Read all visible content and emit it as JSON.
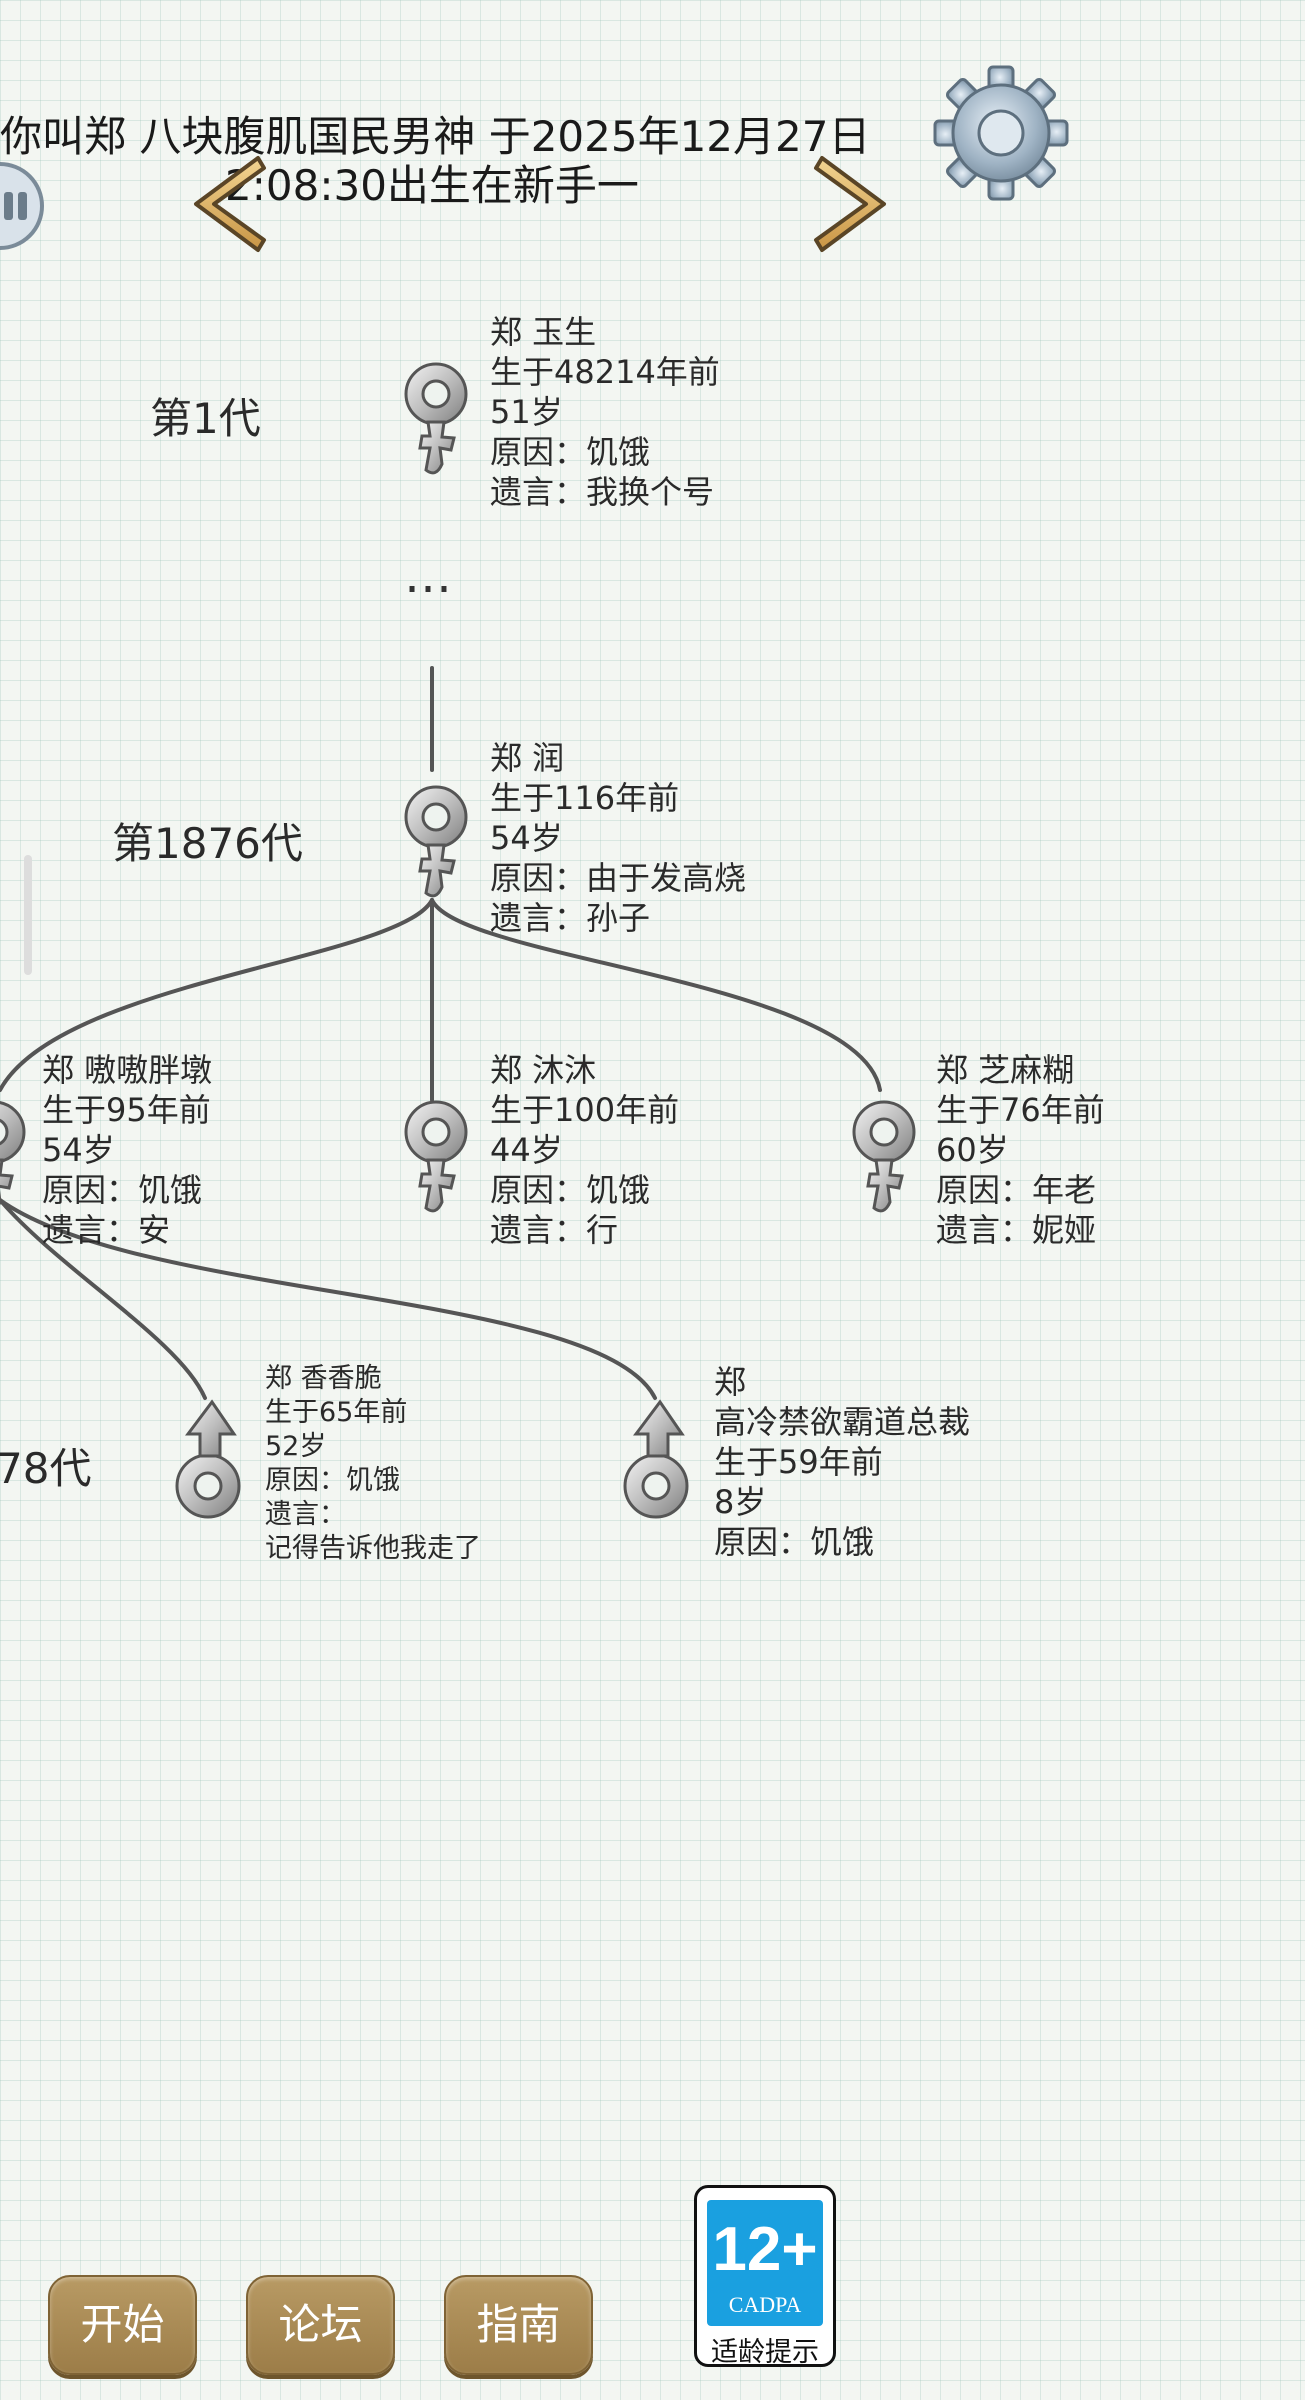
{
  "header": {
    "line1": "你叫郑 八块腹肌国民男神 于2025年12月27日",
    "line2": "2:08:30出生在新手一"
  },
  "generations": {
    "g1": "第1代",
    "g1876": "第1876代",
    "g1878_partial": "78代"
  },
  "ellipsis": "…",
  "persons": [
    {
      "id": "yusheng",
      "lines": [
        "郑 玉生",
        "生于48214年前",
        "51岁",
        "原因：饥饿",
        "遗言：我换个号"
      ]
    },
    {
      "id": "run",
      "lines": [
        "郑 润",
        "生于116年前",
        "54岁",
        "原因：由于发高烧",
        "遗言：孙子"
      ]
    },
    {
      "id": "dundun",
      "lines": [
        "郑 嗷嗷胖墩",
        "生于95年前",
        "54岁",
        "原因：饥饿",
        "遗言：安"
      ]
    },
    {
      "id": "mumu",
      "lines": [
        "郑 沐沐",
        "生于100年前",
        "44岁",
        "原因：饥饿",
        "遗言：行"
      ]
    },
    {
      "id": "zhima",
      "lines": [
        "郑 芝麻糊",
        "生于76年前",
        "60岁",
        "原因：年老",
        "遗言：妮娅"
      ]
    },
    {
      "id": "xiangxiang",
      "lines": [
        "郑 香香脆",
        "生于65年前",
        "52岁",
        "原因：饥饿",
        "遗言：",
        "记得告诉他我走了"
      ]
    },
    {
      "id": "zongcai",
      "lines": [
        "郑",
        "高冷禁欲霸道总裁",
        "生于59年前",
        "8岁",
        "原因：饥饿"
      ]
    }
  ],
  "buttons": {
    "start": "开始",
    "forum": "论坛",
    "guide": "指南"
  },
  "age_rating": {
    "number": "12+",
    "org": "CADPA",
    "tip": "适龄提示"
  },
  "icons": {
    "prev": "chevron-left-icon",
    "next": "chevron-right-icon",
    "settings": "gear-icon",
    "female": "female-symbol-icon",
    "male": "male-symbol-icon",
    "back": "round-back-icon"
  },
  "colors": {
    "arrow": "#e1b76a",
    "button": "#a98a54",
    "badge_blue": "#1aa0e0"
  }
}
